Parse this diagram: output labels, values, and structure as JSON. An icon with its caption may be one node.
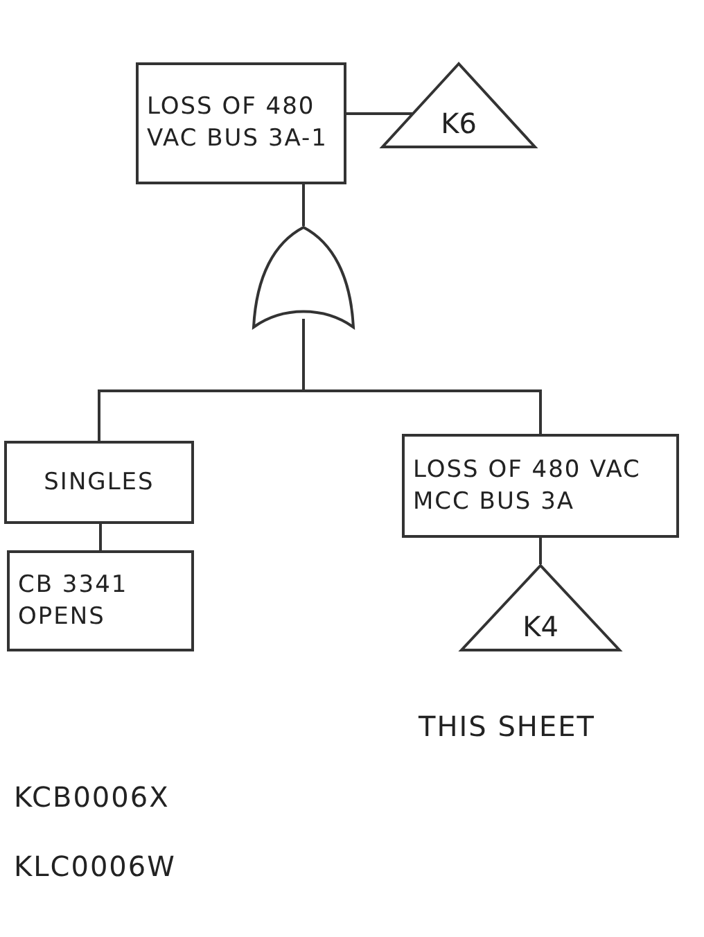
{
  "diagram": {
    "nodes": [
      {
        "text": [
          "LOSS OF 480 VAC BUS 3A-1"
        ]
      },
      {
        "text": [
          "K6"
        ]
      },
      {
        "text": [],
        "shape": "gate"
      },
      {
        "text": [
          "SINGLES"
        ]
      },
      {
        "text": [
          "LOSS OF 480 VAC MCC BUS 3A"
        ]
      },
      {
        "text": [
          "CB 3341 OPENS"
        ]
      },
      {
        "text": [
          "K4"
        ],
        "beside": [
          "THIS SHEET"
        ]
      }
    ],
    "edges": [
      {
        "from": 0,
        "to": 1,
        "arrow": "none"
      },
      {
        "from": 0,
        "to": 2,
        "arrow": "none"
      },
      {
        "from": 2,
        "to": 3,
        "arrow": "none"
      },
      {
        "from": 2,
        "to": 4,
        "arrow": "none"
      },
      {
        "from": 3,
        "to": 5,
        "arrow": "none"
      },
      {
        "from": 4,
        "to": 6,
        "arrow": "none"
      }
    ],
    "labels": [
      "KCB0006X",
      "KLC0006W"
    ]
  }
}
